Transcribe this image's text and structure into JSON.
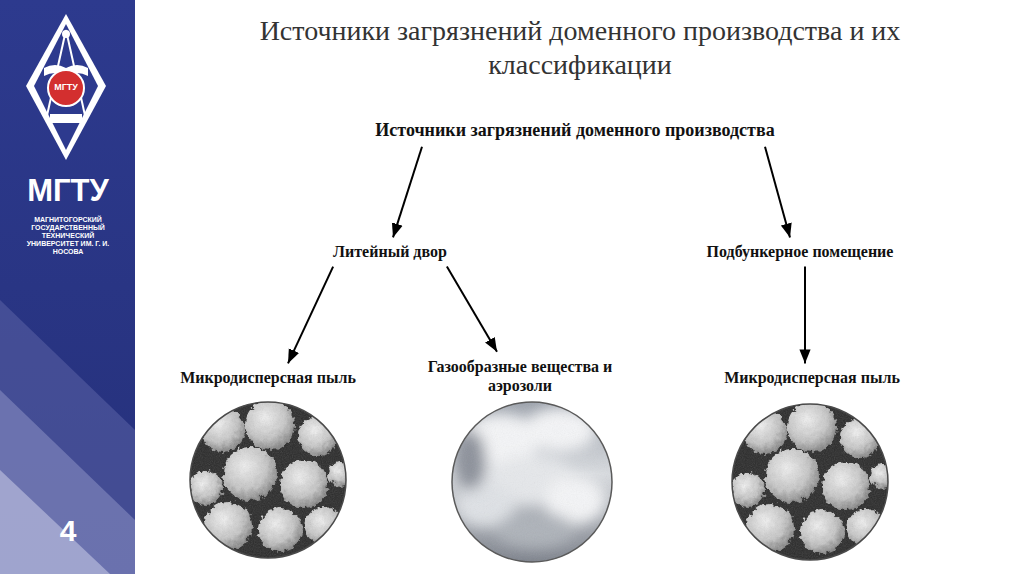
{
  "diagram": {
    "title": "Источники загрязнений доменного производства и их классификации",
    "nodes": [
      {
        "text": [
          "Источники загрязнений доменного производства"
        ]
      },
      {
        "text": [
          "Литейный двор"
        ]
      },
      {
        "text": [
          "Подбункерное помещение"
        ]
      },
      {
        "text": [
          "Микродисперсная пыль"
        ]
      },
      {
        "text": [
          "Газообразные вещества и аэрозоли"
        ]
      },
      {
        "text": [
          "Микродисперсная пыль"
        ]
      }
    ],
    "edges": [
      {
        "from": 0,
        "to": 1,
        "arrow": "to"
      },
      {
        "from": 0,
        "to": 2,
        "arrow": "to"
      },
      {
        "from": 1,
        "to": 3,
        "arrow": "to"
      },
      {
        "from": 1,
        "to": 4,
        "arrow": "to"
      },
      {
        "from": 2,
        "to": 5,
        "arrow": "to"
      }
    ],
    "labels": [
      "МГТУ",
      "МГТУ",
      "МАГНИТОГОРСКИЙ ГОСУДАРСТВЕННЫЙ ТЕХНИЧЕСКИЙ УНИВЕРСИТЕТ ИМ. Г. И. НОСОВА",
      "4"
    ]
  }
}
